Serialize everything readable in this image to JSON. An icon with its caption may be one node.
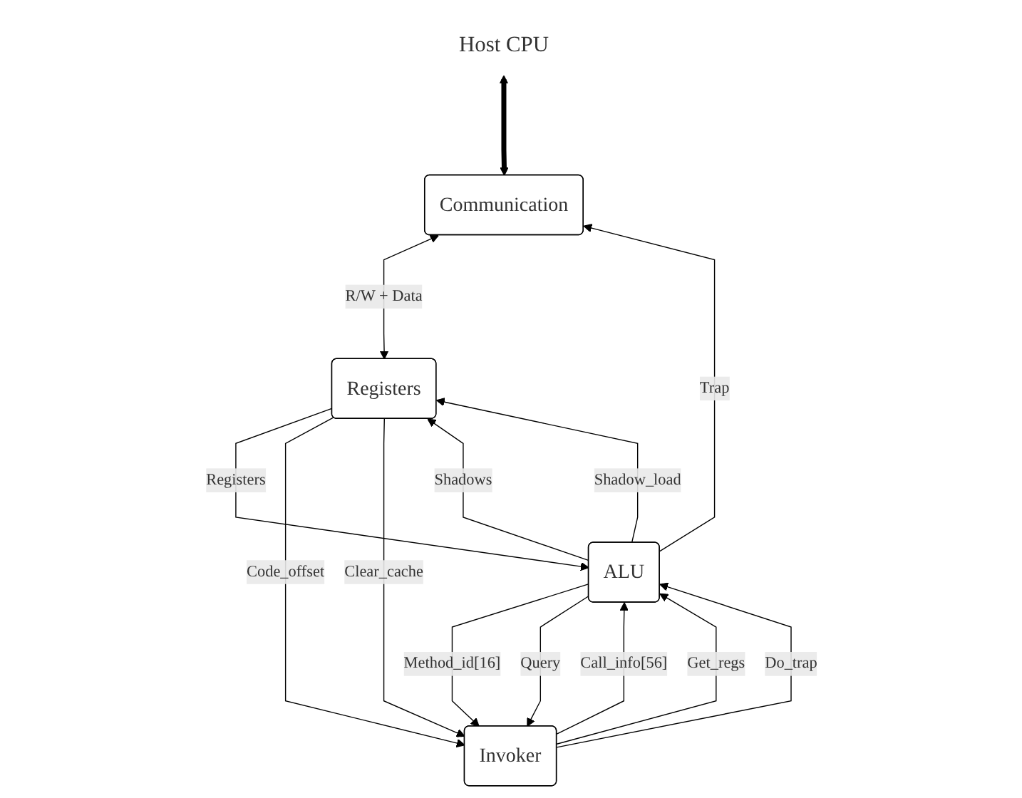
{
  "diagram": {
    "nodes": [
      {
        "text": [
          "Host CPU"
        ]
      },
      {
        "text": [
          "Communication"
        ]
      },
      {
        "text": [
          "ALU"
        ]
      },
      {
        "text": [
          "Registers"
        ]
      },
      {
        "text": [
          "Invoker"
        ]
      }
    ],
    "edges": [
      {
        "from": 0,
        "to": 1,
        "arrow": "both",
        "style": "thick"
      },
      {
        "from": 2,
        "to": 1,
        "arrow": "to",
        "label": "Trap"
      },
      {
        "from": 1,
        "to": 3,
        "arrow": "both",
        "label": "R/W + Data"
      },
      {
        "from": 2,
        "to": 3,
        "arrow": "to",
        "label": "Shadows"
      },
      {
        "from": 2,
        "to": 3,
        "arrow": "to",
        "label": "Shadow_load"
      },
      {
        "from": 3,
        "to": 2,
        "arrow": "to",
        "label": "Registers"
      },
      {
        "from": 4,
        "to": 2,
        "arrow": "to",
        "label": "Call_info[56]"
      },
      {
        "from": 2,
        "to": 4,
        "arrow": "to",
        "label": "Method_id[16]"
      },
      {
        "from": 3,
        "to": 4,
        "arrow": "to",
        "label": "Code_offset"
      },
      {
        "from": 4,
        "to": 2,
        "arrow": "to",
        "label": "Get_regs"
      },
      {
        "from": 4,
        "to": 2,
        "arrow": "to",
        "label": "Do_trap"
      },
      {
        "from": 2,
        "to": 4,
        "arrow": "to",
        "label": "Query"
      },
      {
        "from": 3,
        "to": 4,
        "arrow": "to",
        "label": "Clear_cache"
      }
    ]
  }
}
